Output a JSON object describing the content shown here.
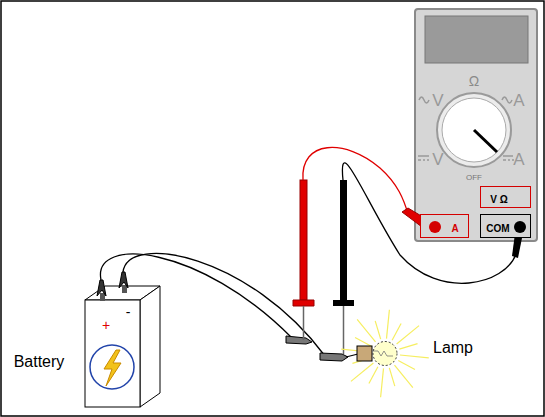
{
  "diagram": {
    "nodes": [
      {
        "text": [
          "Ω",
          "V",
          "A",
          "V",
          "A",
          "OFF"
        ]
      },
      {
        "text": [
          "V Ω"
        ],
        "in": 0
      },
      {
        "text": [
          "A"
        ],
        "in": 0
      },
      {
        "text": [
          "COM"
        ],
        "in": 0
      },
      {
        "text": [
          "Battery",
          "+",
          "-"
        ]
      }
    ],
    "labels": [
      "Lamp"
    ]
  }
}
